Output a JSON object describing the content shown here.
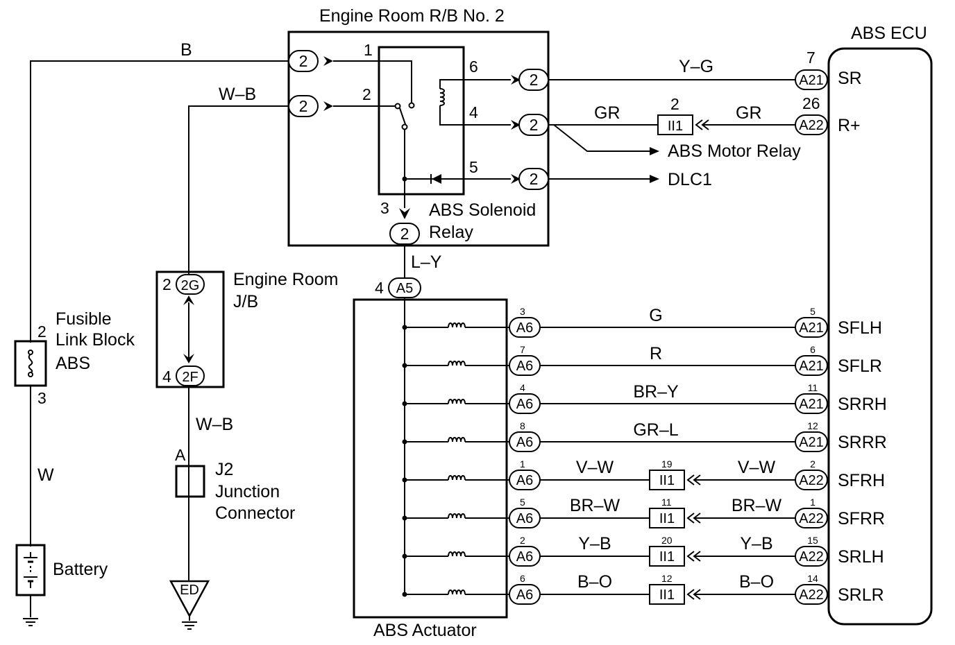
{
  "labels": {
    "rb_title": "Engine Room R/B No. 2",
    "ecu_title": "ABS ECU",
    "solenoid_relay_1": "ABS Solenoid",
    "solenoid_relay_2": "Relay",
    "motor_relay": "ABS Motor Relay",
    "dlc1": "DLC1",
    "jb_1": "Engine Room",
    "jb_2": "J/B",
    "fusible_1": "Fusible",
    "fusible_2": "Link Block",
    "fusible_3": "ABS",
    "battery": "Battery",
    "junction_1": "J2",
    "junction_2": "Junction",
    "junction_3": "Connector",
    "actuator": "ABS Actuator",
    "ground": "ED"
  },
  "wires": {
    "b": "B",
    "wb_top": "W–B",
    "wb_bottom": "W–B",
    "w": "W",
    "yg": "Y–G",
    "gr_left": "GR",
    "gr_right": "GR",
    "ly": "L–Y"
  },
  "pins": {
    "relay_1": "1",
    "relay_2": "2",
    "relay_3": "3",
    "relay_4": "4",
    "relay_5": "5",
    "relay_6": "6",
    "fuse_top": "2",
    "fuse_bottom": "3",
    "jb_2g": "2",
    "jb_2f": "4",
    "a5": "4",
    "junction_a": "A",
    "ecu_sr": "7",
    "ecu_rplus": "26",
    "ii1_top": "2"
  },
  "connectors": {
    "rb": "2",
    "jb_top": "2G",
    "jb_bottom": "2F",
    "a5": "A5",
    "a6": "A6",
    "a21": "A21",
    "a22": "A22",
    "ii1": "II1"
  },
  "ecu_terminals": {
    "sr": "SR",
    "rplus": "R+"
  },
  "actuator_rows": [
    {
      "a6_pin": "3",
      "wire_left": "G",
      "ii1_pin": "",
      "wire_right": "",
      "ecu_conn": "A21",
      "ecu_pin": "5",
      "terminal": "SFLH"
    },
    {
      "a6_pin": "7",
      "wire_left": "R",
      "ii1_pin": "",
      "wire_right": "",
      "ecu_conn": "A21",
      "ecu_pin": "6",
      "terminal": "SFLR"
    },
    {
      "a6_pin": "4",
      "wire_left": "BR–Y",
      "ii1_pin": "",
      "wire_right": "",
      "ecu_conn": "A21",
      "ecu_pin": "11",
      "terminal": "SRRH"
    },
    {
      "a6_pin": "8",
      "wire_left": "GR–L",
      "ii1_pin": "",
      "wire_right": "",
      "ecu_conn": "A21",
      "ecu_pin": "12",
      "terminal": "SRRR"
    },
    {
      "a6_pin": "1",
      "wire_left": "V–W",
      "ii1_pin": "19",
      "wire_right": "V–W",
      "ecu_conn": "A22",
      "ecu_pin": "2",
      "terminal": "SFRH"
    },
    {
      "a6_pin": "5",
      "wire_left": "BR–W",
      "ii1_pin": "11",
      "wire_right": "BR–W",
      "ecu_conn": "A22",
      "ecu_pin": "1",
      "terminal": "SFRR"
    },
    {
      "a6_pin": "2",
      "wire_left": "Y–B",
      "ii1_pin": "20",
      "wire_right": "Y–B",
      "ecu_conn": "A22",
      "ecu_pin": "15",
      "terminal": "SRLH"
    },
    {
      "a6_pin": "6",
      "wire_left": "B–O",
      "ii1_pin": "12",
      "wire_right": "B–O",
      "ecu_conn": "A22",
      "ecu_pin": "14",
      "terminal": "SRLR"
    }
  ]
}
